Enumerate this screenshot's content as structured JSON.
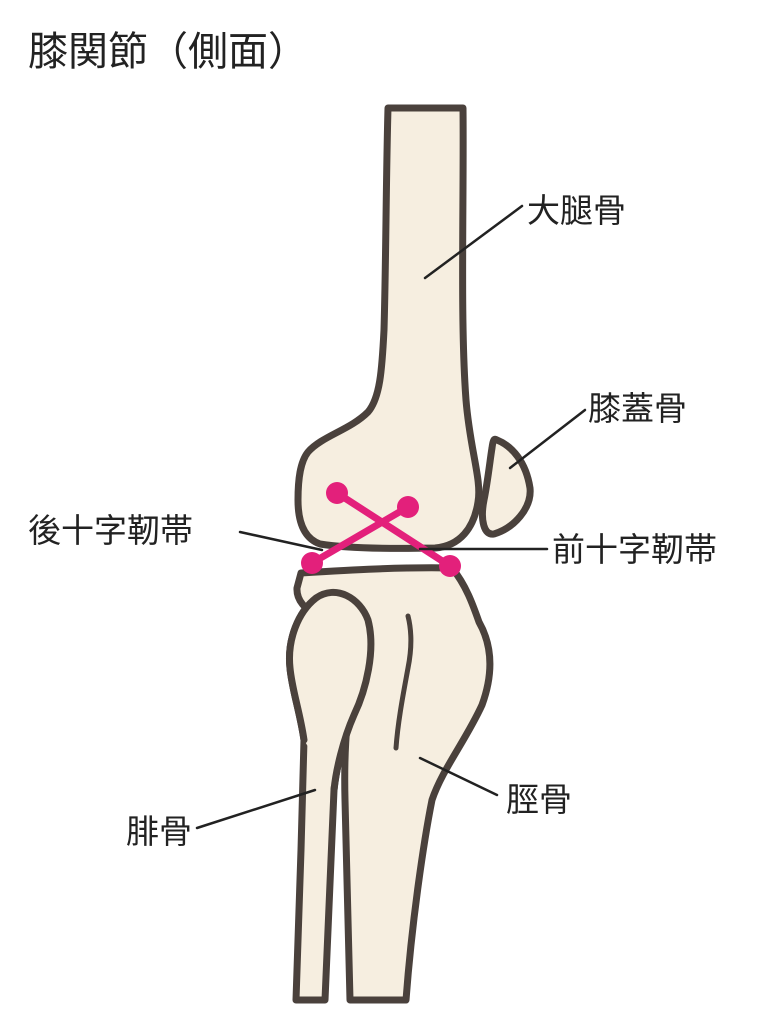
{
  "title": "膝関節（側面）",
  "labels": {
    "femur": "大腿骨",
    "patella": "膝蓋骨",
    "pcl": "後十字靭帯",
    "acl": "前十字靭帯",
    "fibula": "腓骨",
    "tibia": "脛骨"
  },
  "colors": {
    "bone_fill": "#f6eee0",
    "bone_outline": "#4a413c",
    "ligament": "#e3207b",
    "leader_line": "#222222",
    "text": "#222222"
  }
}
